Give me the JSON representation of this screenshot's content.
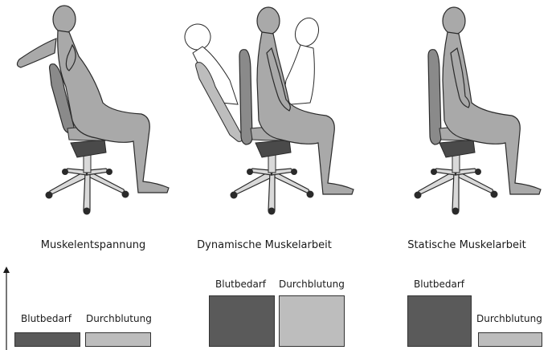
{
  "panels": [
    {
      "caption": "Muskelentspannung",
      "blood_need_label": "Blutbedarf",
      "blood_flow_label": "Durchblutung"
    },
    {
      "caption": "Dynamische Muskelarbeit",
      "blood_need_label": "Blutbedarf",
      "blood_flow_label": "Durchblutung"
    },
    {
      "caption": "Statische Muskelarbeit",
      "blood_need_label": "Blutbedarf",
      "blood_flow_label": "Durchblutung"
    }
  ],
  "colors": {
    "blood_need": "#5a5a5a",
    "blood_flow": "#bdbdbd",
    "figure_fill": "#a9a9a9",
    "figure_stroke": "#2a2a2a",
    "chair_dark": "#4a4a4a",
    "chair_base": "#d9d9d9"
  }
}
